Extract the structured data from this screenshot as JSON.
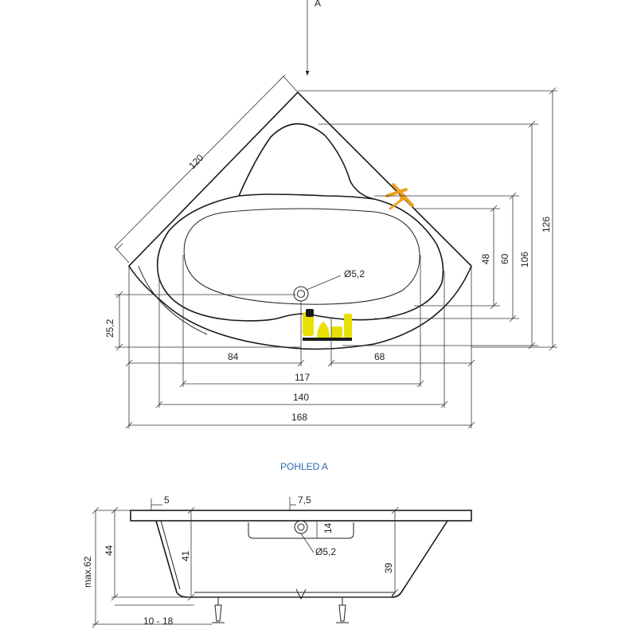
{
  "top_view": {
    "arrow_label": "A",
    "dimensions": {
      "diagonal": "120",
      "drain": "Ø5,2",
      "d48": "48",
      "d60": "60",
      "d106": "106",
      "d126": "126",
      "d25_2": "25,2",
      "d84": "84",
      "d68": "68",
      "d117": "117",
      "d140": "140",
      "d168": "168"
    }
  },
  "view_title": "POHLED A",
  "side_view": {
    "dimensions": {
      "d5": "5",
      "d7_5": "7,5",
      "d14": "14",
      "drain": "Ø5,2",
      "d44": "44",
      "max62": "max.62",
      "d41": "41",
      "d39": "39",
      "d10_18": "10 - 18"
    }
  },
  "colors": {
    "line": "#1a1a1a",
    "title_blue": "#2a6db0",
    "tap_orange": "#f0a020",
    "logo_yellow": "#e8e000",
    "logo_dark": "#1a1a1a"
  },
  "icons": [
    "arrow-down-icon",
    "faucet-icon",
    "overflow-logo-icon"
  ]
}
